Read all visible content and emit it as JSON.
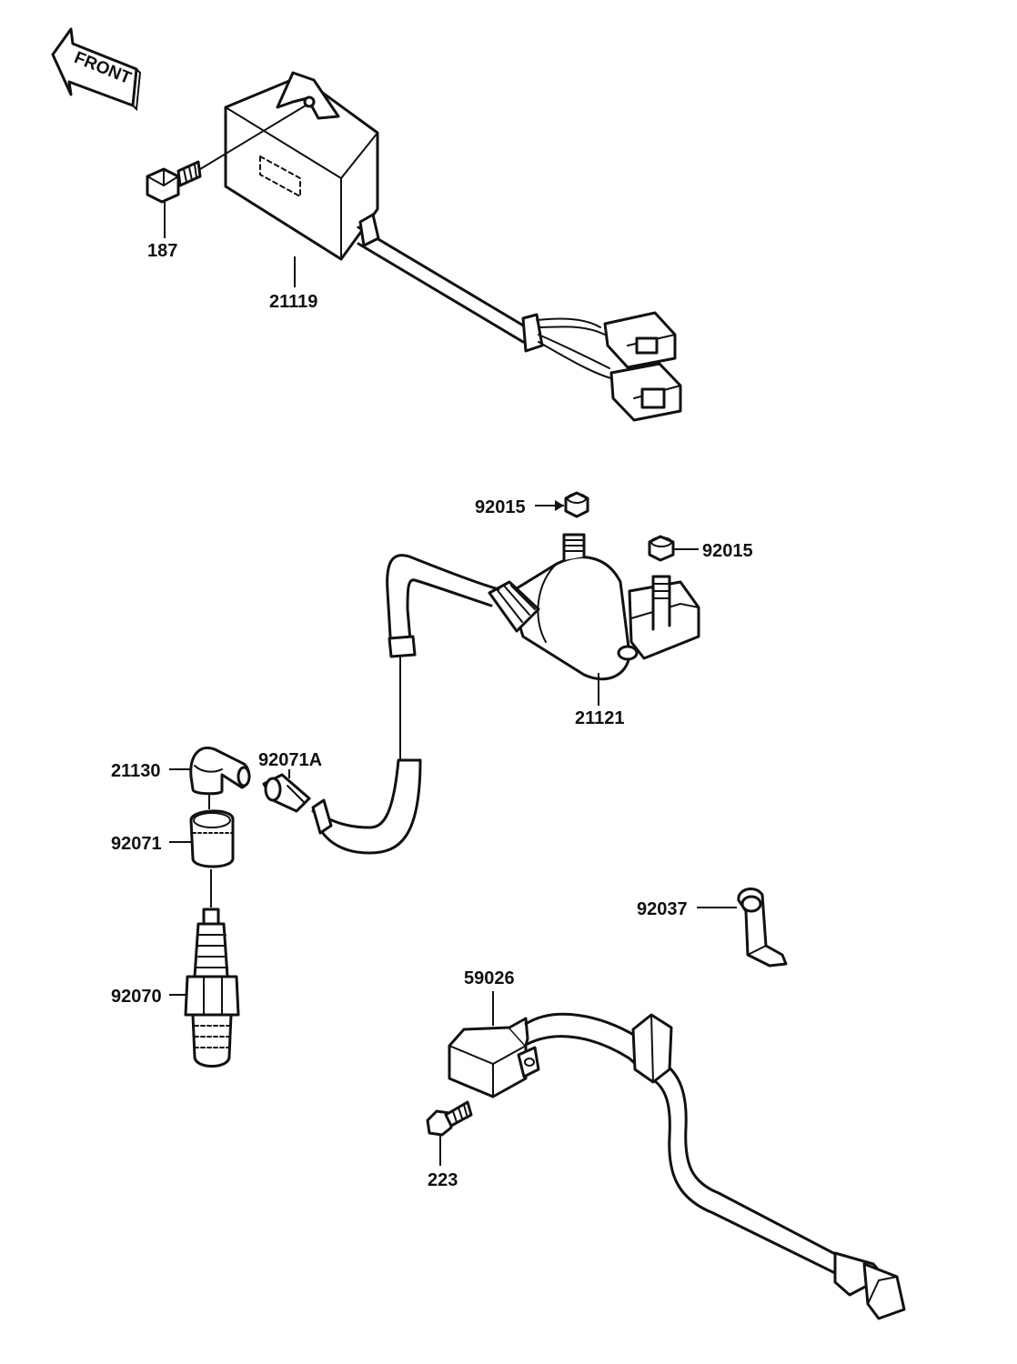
{
  "front_label": "FRONT",
  "parts": {
    "p187": "187",
    "p21119": "21119",
    "p92015_a": "92015",
    "p92015_b": "92015",
    "p21121": "21121",
    "p21130": "21130",
    "p92071A": "92071A",
    "p92071": "92071",
    "p92070": "92070",
    "p92037": "92037",
    "p59026": "59026",
    "p223": "223"
  }
}
